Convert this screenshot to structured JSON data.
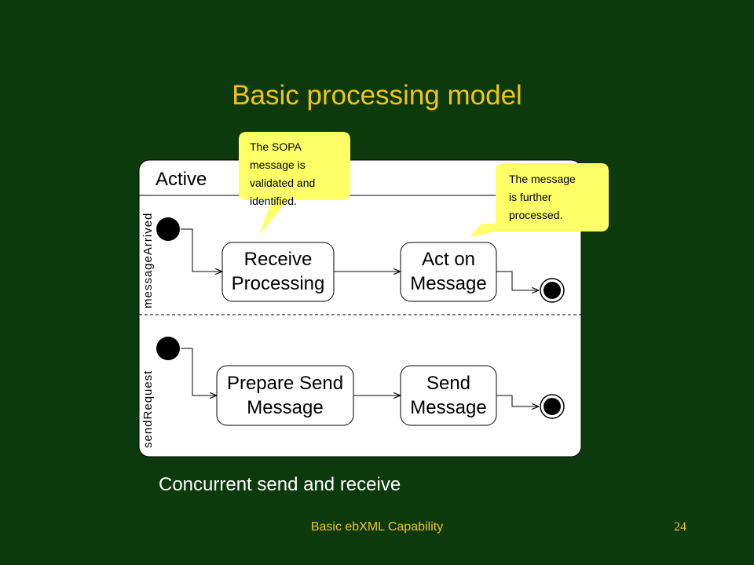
{
  "slide": {
    "title": "Basic processing model",
    "subtitle": "Concurrent send and receive",
    "footer": "Basic ebXML Capability",
    "page_number": "24"
  },
  "diagram": {
    "composite_state": "Active",
    "regions": [
      {
        "label": "messageArrived",
        "states": [
          {
            "line1": "Receive",
            "line2": "Processing"
          },
          {
            "line1": "Act on",
            "line2": "Message"
          }
        ]
      },
      {
        "label": "sendRequest",
        "states": [
          {
            "line1": "Prepare Send",
            "line2": "Message"
          },
          {
            "line1": "Send",
            "line2": "Message"
          }
        ]
      }
    ],
    "notes": [
      {
        "lines": [
          "The SOPA",
          "message is",
          "validated and",
          "identified."
        ]
      },
      {
        "lines": [
          "The message",
          "is further",
          "processed."
        ]
      }
    ]
  },
  "colors": {
    "background": "#0c3a0c",
    "title": "#f2c418",
    "note_fill": "#ffff66"
  }
}
